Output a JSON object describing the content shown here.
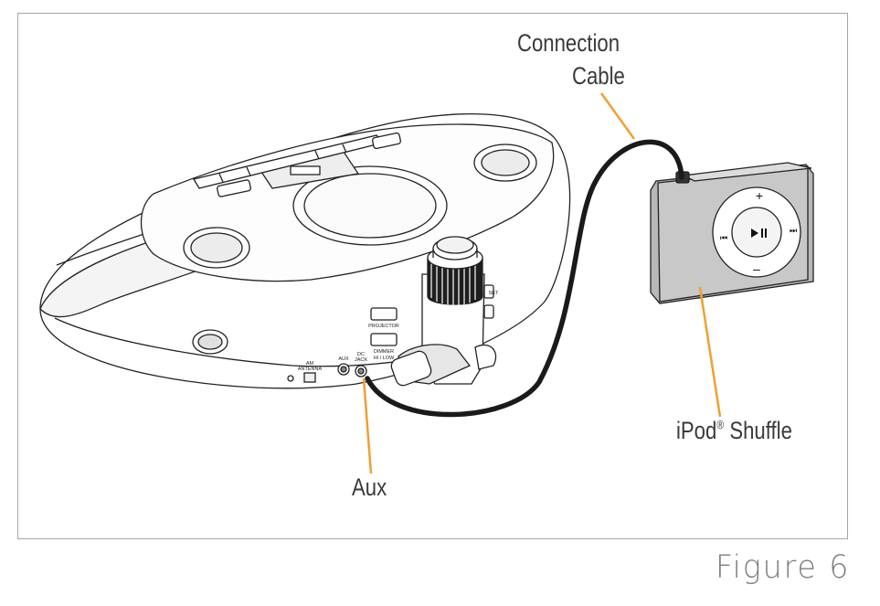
{
  "labels": {
    "connection_line1": "Connection",
    "connection_line2": "Cable",
    "aux": "Aux",
    "ipod_name": "iPod",
    "ipod_reg": "®",
    "ipod_model": "Shuffle"
  },
  "caption": "Figure 6",
  "panel_labels": {
    "projector": "PROJECTOR",
    "dimmer_1": "DIMMER",
    "dimmer_2": "HI / LOW",
    "am_1": "AM",
    "am_2": "ANTENNA",
    "aux_port": "AUX",
    "dc_1": "DC",
    "dc_2": "JACK",
    "set": "SET"
  },
  "colors": {
    "leader_line": "#f0a030",
    "cable": "#1a1a1a",
    "ipod_body": "#c8c8c8",
    "frame": "#a6a6a6"
  }
}
